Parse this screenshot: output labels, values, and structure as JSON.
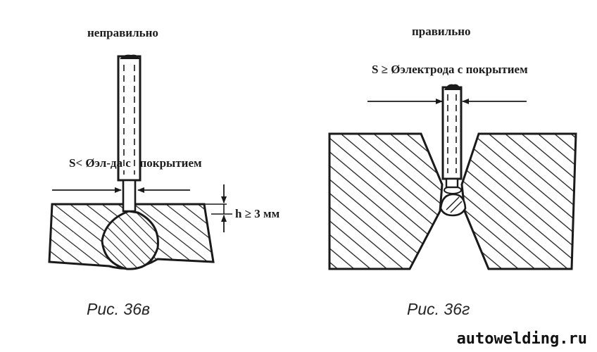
{
  "figures": [
    {
      "id": "36v",
      "verdict": "неправильно",
      "gap_label": "S< Øэл-да с   покрытием",
      "depth_label": "h ≥ 3 мм",
      "caption": "Рис. 36в"
    },
    {
      "id": "36g",
      "verdict": "правильно",
      "gap_label": "S ≥ Øэлектрода с покрытием",
      "caption": "Рис. 36г"
    }
  ],
  "watermark": "autowelding.ru"
}
